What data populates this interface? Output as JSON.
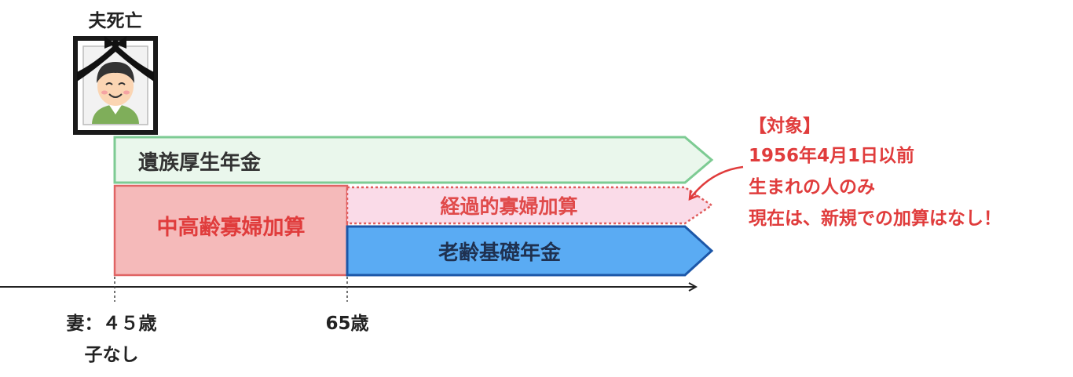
{
  "event": {
    "label": "夫死亡",
    "illustration": "deceased-husband-portrait-icon"
  },
  "bars": {
    "survivor_pension": {
      "label": "遺族厚生年金",
      "fill": "#eaf7ec",
      "stroke": "#7dcb93",
      "text_color": "#333333"
    },
    "widow_addition": {
      "label": "中高齢寡婦加算",
      "fill": "#f5baba",
      "stroke": "#e06464",
      "text_color": "#e03c3c"
    },
    "transitional_addition": {
      "label": "経過的寡婦加算",
      "fill": "#fadbe8",
      "stroke": "#e05c5c",
      "text_color": "#e04a4a"
    },
    "old_age_basic_pension": {
      "label": "老齢基礎年金",
      "fill": "#5aabf3",
      "stroke": "#1c57a8",
      "text_color": "#1f3150"
    }
  },
  "timeline": {
    "start_label_line1": "妻：４５歳",
    "start_label_line2": "子なし",
    "age65_label": "65歳"
  },
  "annotation": {
    "heading": "【対象】",
    "line1": "1956年4月1日以前",
    "line2": "生まれの人のみ",
    "line3": "現在は、新規での加算はなし！",
    "color": "#e03c3c"
  }
}
